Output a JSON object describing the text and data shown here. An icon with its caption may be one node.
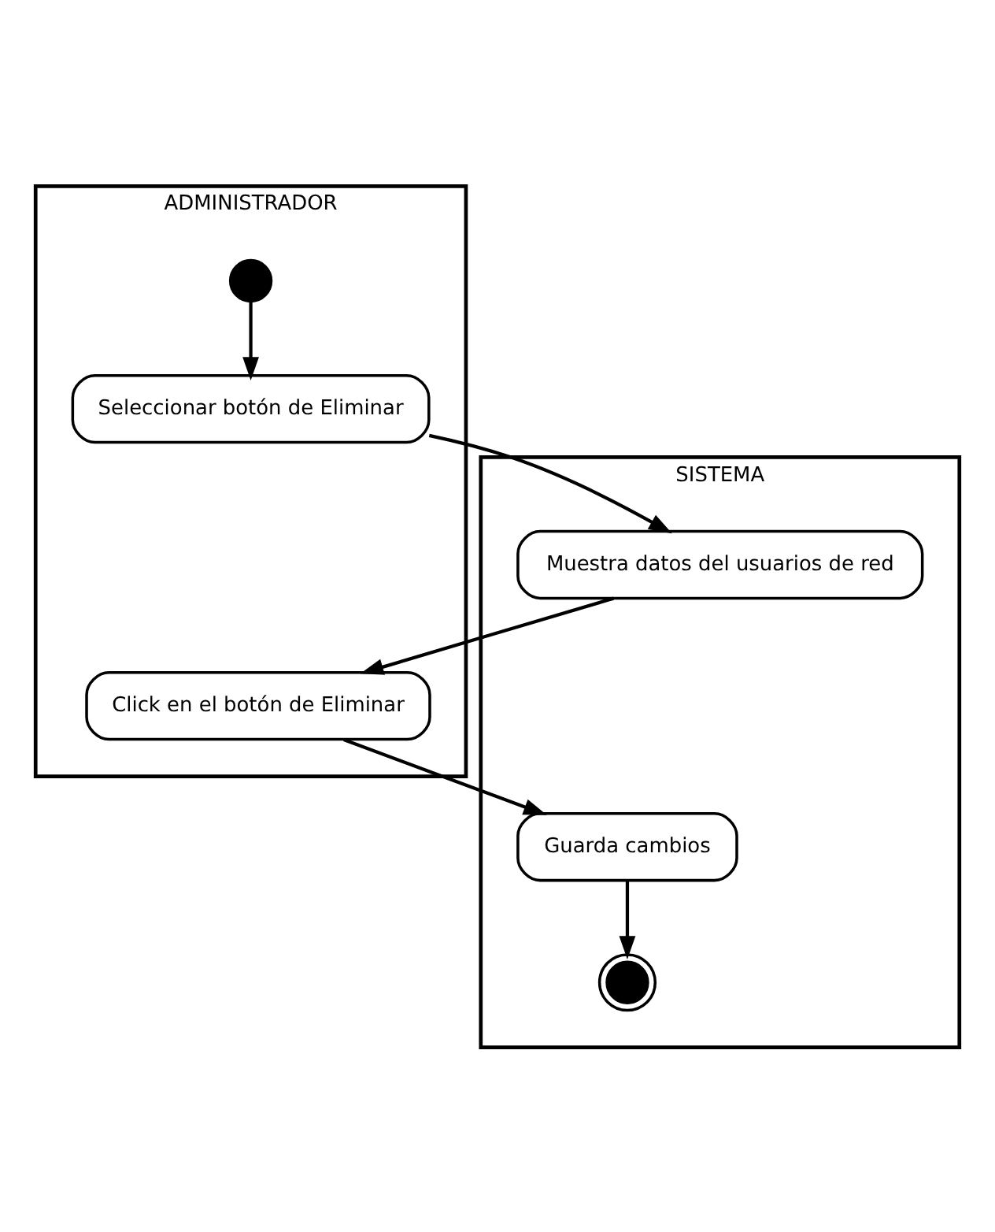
{
  "diagram": {
    "nodes": [
      {
        "text": [
          "ADMINISTRADOR"
        ]
      },
      {
        "text": [
          "SISTEMA"
        ]
      },
      {
        "text": [],
        "shape": "circle",
        "in": 0
      },
      {
        "text": [
          "Seleccionar botón de Eliminar"
        ],
        "in": 0
      },
      {
        "text": [
          "Muestra datos del usuarios de red"
        ],
        "in": 1
      },
      {
        "text": [
          "Click en el botón de Eliminar"
        ],
        "in": 0
      },
      {
        "text": [
          "Guarda cambios"
        ],
        "in": 1
      },
      {
        "text": [],
        "shape": "circle",
        "in": 1
      }
    ],
    "edges": [
      {
        "from": 2,
        "to": 3,
        "arrow": "to"
      },
      {
        "from": 3,
        "to": 4,
        "arrow": "to"
      },
      {
        "from": 4,
        "to": 5,
        "arrow": "to"
      },
      {
        "from": 5,
        "to": 6,
        "arrow": "to"
      },
      {
        "from": 6,
        "to": 7,
        "arrow": "to"
      }
    ]
  }
}
